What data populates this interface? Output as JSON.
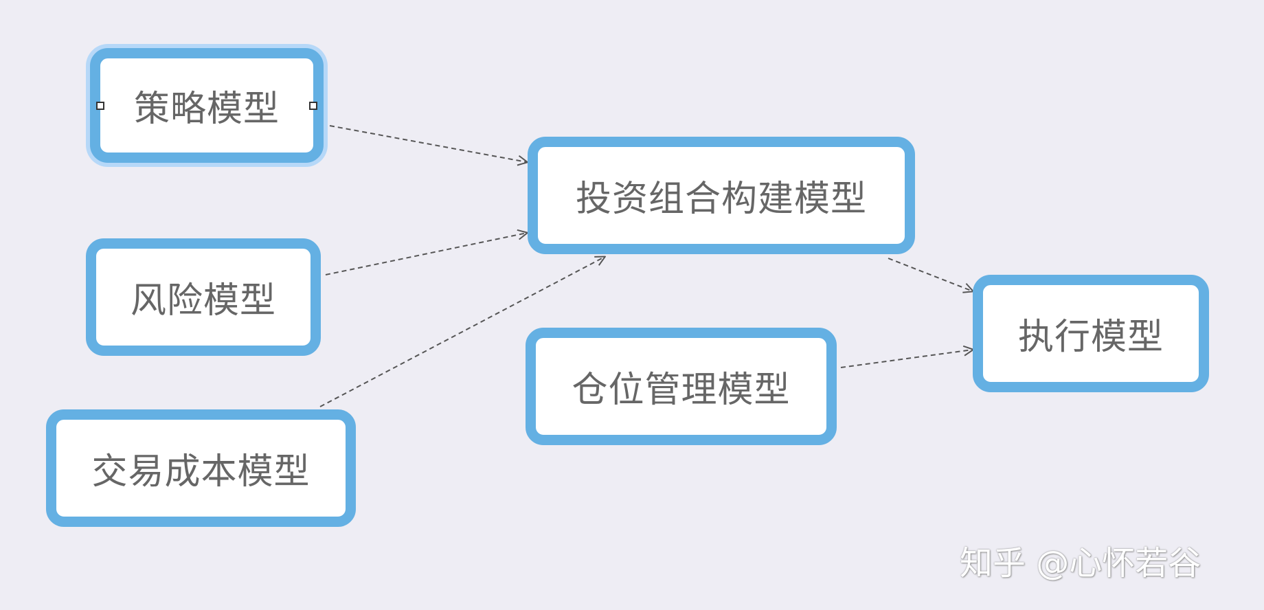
{
  "nodes": {
    "strategy": "策略模型",
    "risk": "风险模型",
    "cost": "交易成本模型",
    "portfolio": "投资组合构建模型",
    "position": "仓位管理模型",
    "execution": "执行模型"
  },
  "edges": [
    {
      "from": "strategy",
      "to": "portfolio"
    },
    {
      "from": "risk",
      "to": "portfolio"
    },
    {
      "from": "cost",
      "to": "portfolio"
    },
    {
      "from": "portfolio",
      "to": "execution"
    },
    {
      "from": "position",
      "to": "execution"
    }
  ],
  "selected_node": "strategy",
  "watermark": "知乎 @心怀若谷",
  "colors": {
    "background": "#eeedf4",
    "node_border": "#64b0e3",
    "node_text": "#666666",
    "edge": "#555555",
    "selection_glow": "#b6d8f8"
  }
}
